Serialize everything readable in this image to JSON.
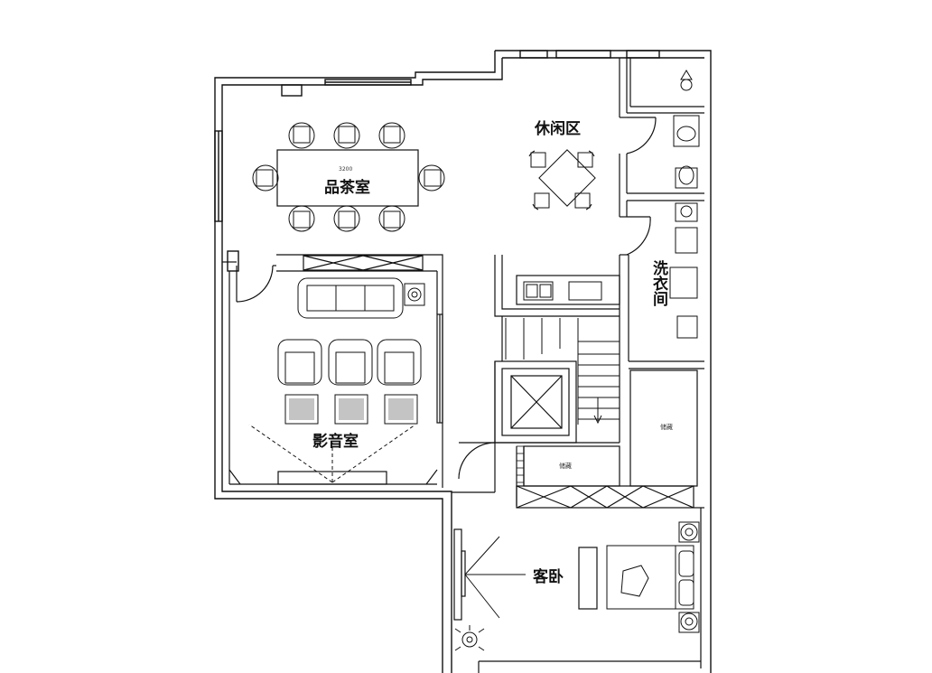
{
  "rooms": {
    "tea_room": "品茶室",
    "leisure": "休闲区",
    "laundry": "洗衣间",
    "theater": "影音室",
    "guest_bedroom": "客卧",
    "storage_right": "储藏",
    "storage_center": "储藏"
  },
  "annotations": {
    "table_length": "3200"
  }
}
